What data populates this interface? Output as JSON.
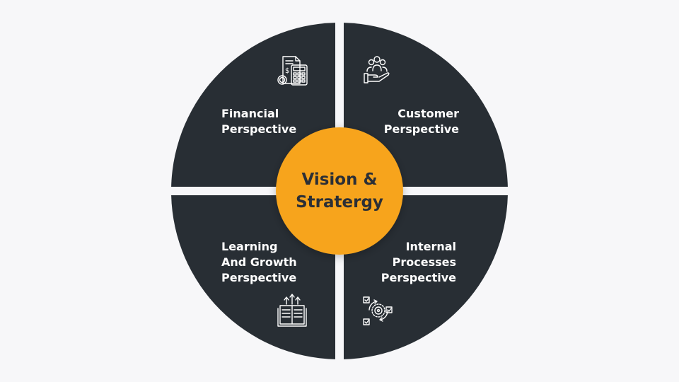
{
  "center": {
    "line1": "Vision &",
    "line2": "Stratergy"
  },
  "quadrants": {
    "financial": {
      "lines": [
        "Financial",
        "Perspective"
      ],
      "icon": "calculator-money-icon"
    },
    "customer": {
      "lines": [
        "Customer",
        "Perspective"
      ],
      "icon": "hand-people-icon"
    },
    "learning": {
      "lines": [
        "Learning",
        "And Growth",
        "Perspective"
      ],
      "icon": "book-arrows-icon"
    },
    "internal": {
      "lines": [
        "Internal",
        "Processes",
        "Perspective"
      ],
      "icon": "process-cycle-icon"
    }
  },
  "colors": {
    "background": "#f7f7f9",
    "quadrant": "#282e34",
    "center": "#f7a41d",
    "text_light": "#ffffff",
    "text_dark": "#2b2f36"
  }
}
